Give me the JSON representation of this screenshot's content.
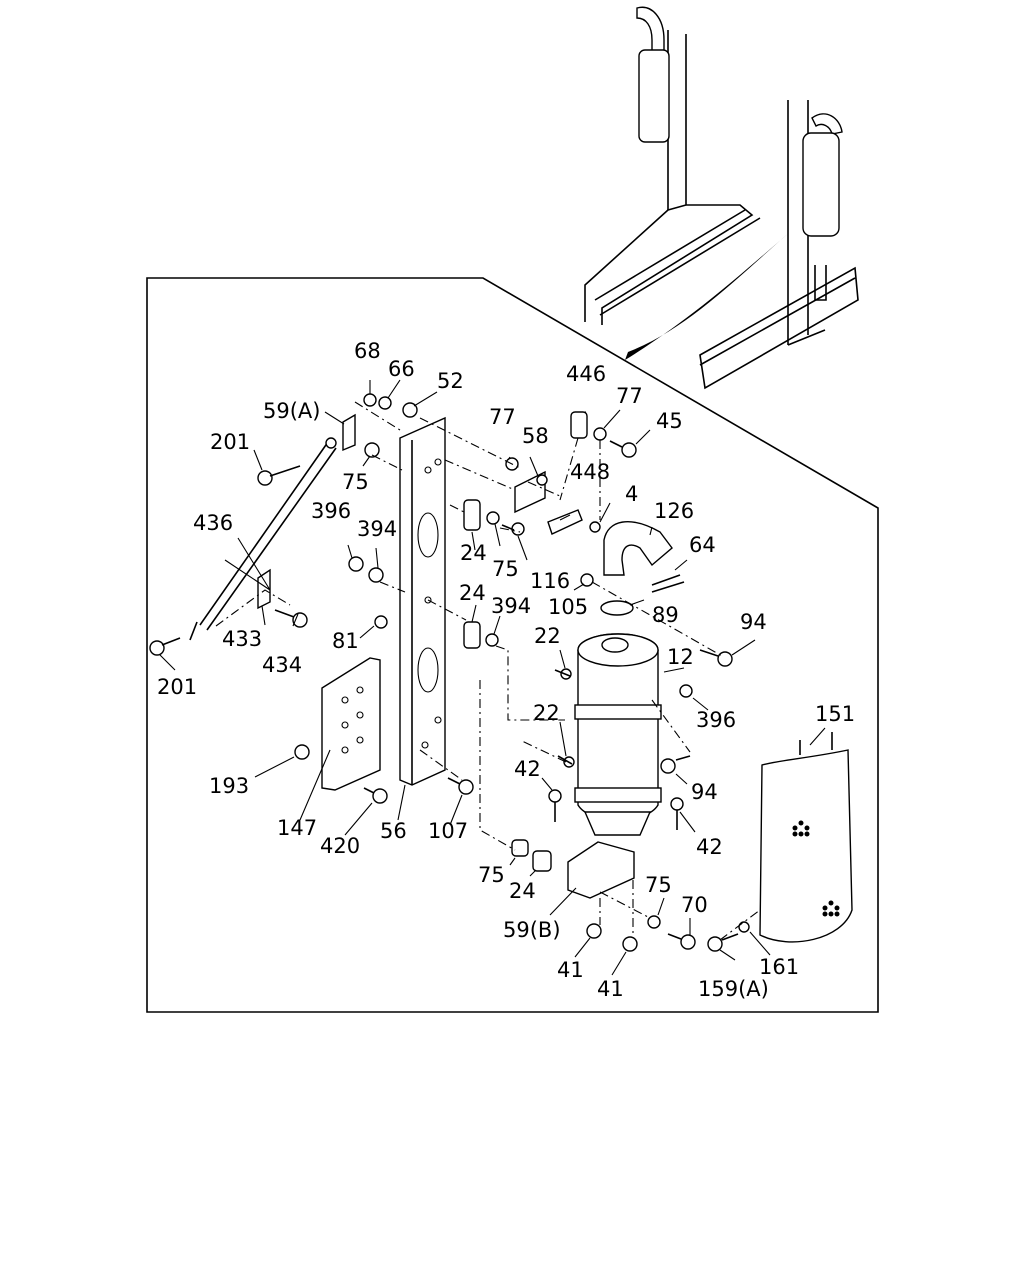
{
  "diagram": {
    "callouts": [
      "68",
      "66",
      "52",
      "59(A)",
      "201",
      "75",
      "77",
      "58",
      "446",
      "77",
      "45",
      "448",
      "4",
      "126",
      "436",
      "396",
      "394",
      "24",
      "75",
      "116",
      "64",
      "105",
      "89",
      "24",
      "394",
      "22",
      "94",
      "12",
      "433",
      "434",
      "81",
      "201",
      "22",
      "396",
      "151",
      "42",
      "94",
      "193",
      "147",
      "420",
      "56",
      "107",
      "42",
      "75",
      "24",
      "75",
      "70",
      "59(B)",
      "41",
      "41",
      "159(A)",
      "161"
    ]
  }
}
